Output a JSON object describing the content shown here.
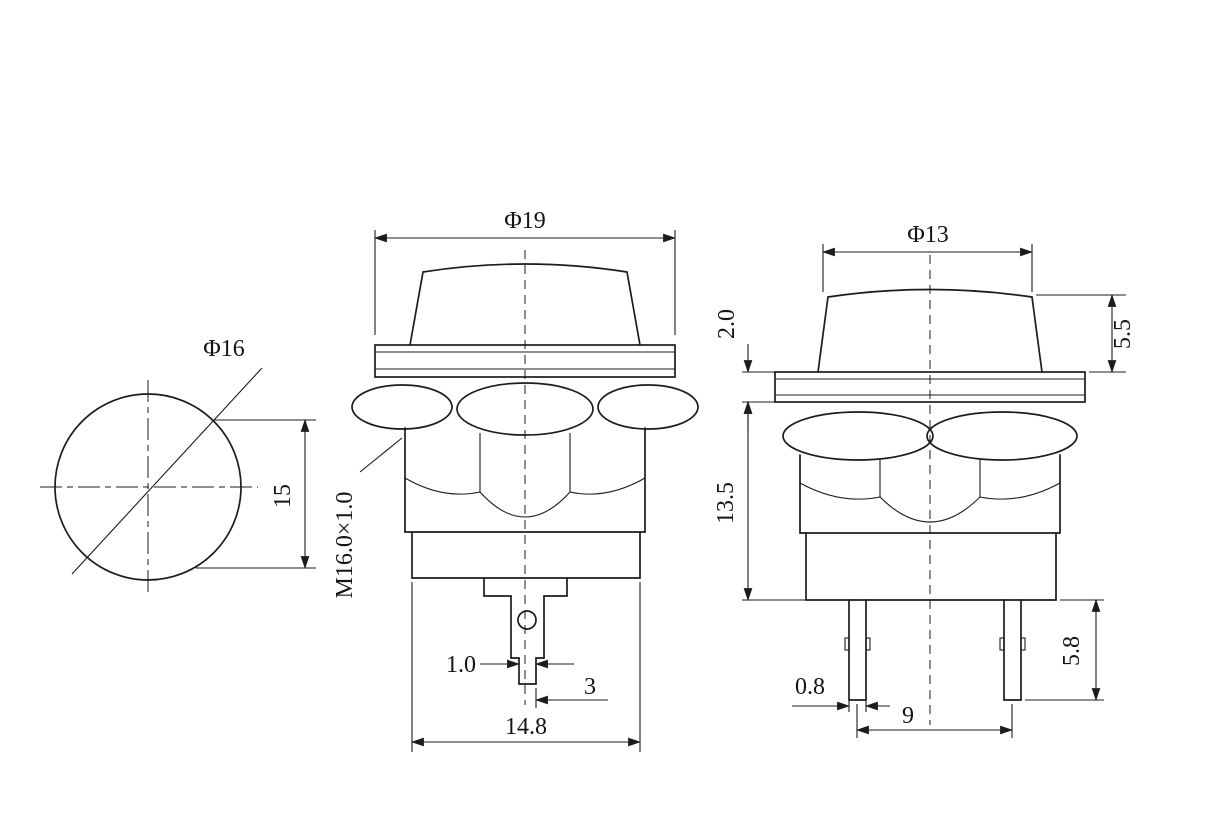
{
  "drawing": {
    "type": "technical-dimension-drawing",
    "subject": "push button switch, three orthographic views with dimensions",
    "background_color": "#ffffff",
    "line_color": "#1c1c1c",
    "top_view": {
      "diameter": "Φ16",
      "width": "15"
    },
    "front_view": {
      "cap_diameter": "Φ19",
      "thread_spec": "M16.0×1.0",
      "pin_width": "1.0",
      "pin_offset": "3",
      "body_width": "14.8"
    },
    "side_view": {
      "cap_diameter": "Φ13",
      "flange_thickness": "2.0",
      "cap_height": "5.5",
      "body_height": "13.5",
      "pin_length": "5.8",
      "pin_thickness": "0.8",
      "pin_spacing": "9"
    }
  }
}
